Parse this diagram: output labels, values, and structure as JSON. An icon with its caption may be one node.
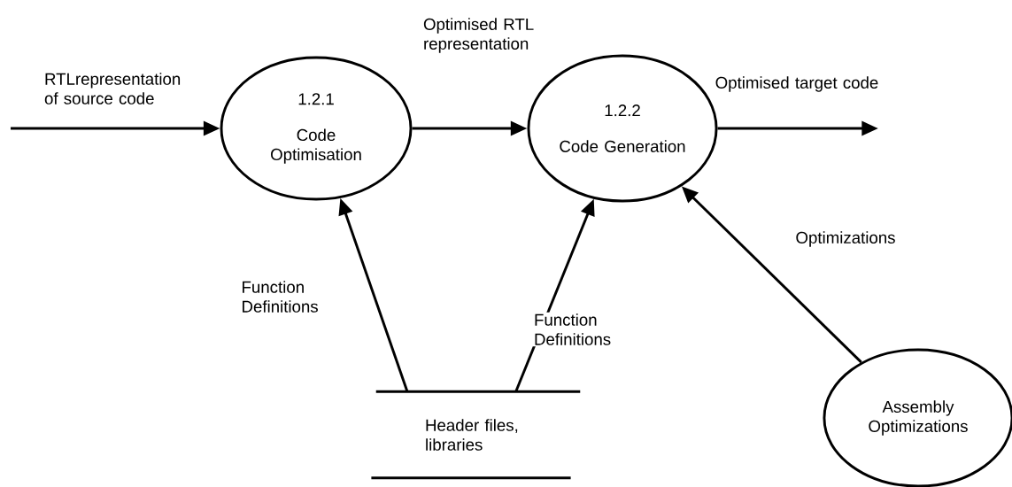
{
  "diagram": {
    "nodes": [
      {
        "text": [
          "1.2.1",
          "Code Optimisation"
        ]
      },
      {
        "text": [
          "1.2.2",
          "Code Generation"
        ]
      },
      {
        "text": [
          "Header files, libraries"
        ]
      },
      {
        "text": [
          "Assembly Optimizations"
        ]
      }
    ],
    "edges": [
      {
        "from": null,
        "to": 0,
        "arrow": "to",
        "label": "RTLrepresentation of source code"
      },
      {
        "from": 0,
        "to": 1,
        "arrow": "to",
        "label": "Optimised RTL representation"
      },
      {
        "from": 1,
        "to": null,
        "arrow": "to",
        "label": "Optimised target code"
      },
      {
        "from": 2,
        "to": 0,
        "arrow": "to",
        "label": "Function Definitions"
      },
      {
        "from": 2,
        "to": 1,
        "arrow": "to",
        "label": "Function Definitions"
      },
      {
        "from": 3,
        "to": 1,
        "arrow": "to",
        "label": "Optimizations"
      }
    ]
  }
}
